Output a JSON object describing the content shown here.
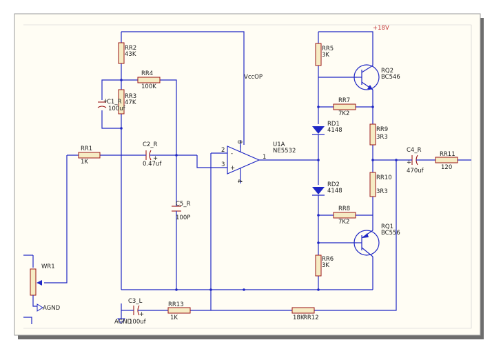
{
  "nets": {
    "vcc_op": "VccOP",
    "supply": "+18V",
    "ground_1": "AGND",
    "ground_2": "AGND"
  },
  "opamp": {
    "ref": "U1A",
    "part": "NE5532",
    "pin_in_neg": "2",
    "pin_in_pos": "3",
    "pin_out": "1",
    "pin_vplus": "8",
    "pin_vminus": "4"
  },
  "components": {
    "rr1": {
      "ref": "RR1",
      "value": "1K"
    },
    "rr2": {
      "ref": "RR2",
      "value": "43K"
    },
    "rr3": {
      "ref": "RR3",
      "value": "47K"
    },
    "rr4": {
      "ref": "RR4",
      "value": "100K"
    },
    "rr5": {
      "ref": "RR5",
      "value": "3K"
    },
    "rr6": {
      "ref": "RR6",
      "value": "3K"
    },
    "rr7": {
      "ref": "RR7",
      "value": "7K2"
    },
    "rr8": {
      "ref": "RR8",
      "value": "7K2"
    },
    "rr9": {
      "ref": "RR9",
      "value": "3R3"
    },
    "rr10": {
      "ref": "RR10",
      "value": "3R3"
    },
    "rr11": {
      "ref": "RR11",
      "value": "120"
    },
    "rr12": {
      "ref": "RR12",
      "value": "18K"
    },
    "rr13": {
      "ref": "RR13",
      "value": "1K"
    },
    "c1": {
      "ref": "C1_R",
      "value": "100uf"
    },
    "c2": {
      "ref": "C2_R",
      "value": "0.47uf"
    },
    "c3": {
      "ref": "C3_L",
      "value": "100uf"
    },
    "c4": {
      "ref": "C4_R",
      "value": "470uf"
    },
    "c5": {
      "ref": "C5_R",
      "value": "100P"
    },
    "rd1": {
      "ref": "RD1",
      "value": "4148"
    },
    "rd2": {
      "ref": "RD2",
      "value": "4148"
    },
    "rq1": {
      "ref": "RQ1",
      "value": "BC556"
    },
    "rq2": {
      "ref": "RQ2",
      "value": "BC546"
    },
    "wr1": {
      "ref": "WR1"
    }
  },
  "polarity": {
    "plus": "+",
    "minus": "-"
  }
}
